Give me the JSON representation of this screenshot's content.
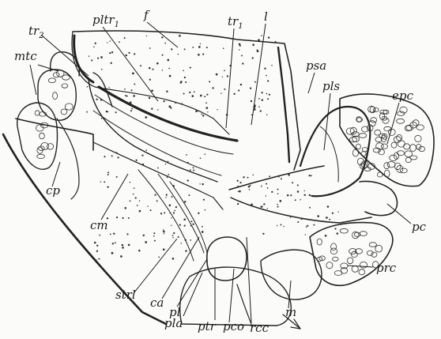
{
  "figure": {
    "labels": [
      {
        "id": "pltr1",
        "text": "pltr",
        "sub": "1"
      },
      {
        "id": "f",
        "text": "f"
      },
      {
        "id": "tr1",
        "text": "tr",
        "sub": "1"
      },
      {
        "id": "l",
        "text": "l"
      },
      {
        "id": "tr2",
        "text": "tr",
        "sub": "2"
      },
      {
        "id": "mtc",
        "text": "mtc"
      },
      {
        "id": "psa",
        "text": "psa"
      },
      {
        "id": "pls",
        "text": "pls"
      },
      {
        "id": "epc",
        "text": "epc"
      },
      {
        "id": "pc",
        "text": "pc"
      },
      {
        "id": "prc",
        "text": "prc"
      },
      {
        "id": "cp",
        "text": "cp"
      },
      {
        "id": "cm",
        "text": "cm"
      },
      {
        "id": "strl",
        "text": "strl"
      },
      {
        "id": "ca",
        "text": "ca"
      },
      {
        "id": "pl",
        "text": "pl"
      },
      {
        "id": "pla",
        "text": "pla"
      },
      {
        "id": "ptr",
        "text": "ptr"
      },
      {
        "id": "pco",
        "text": "pco"
      },
      {
        "id": "rcc",
        "text": "rcc"
      },
      {
        "id": "m",
        "text": "m"
      }
    ]
  }
}
